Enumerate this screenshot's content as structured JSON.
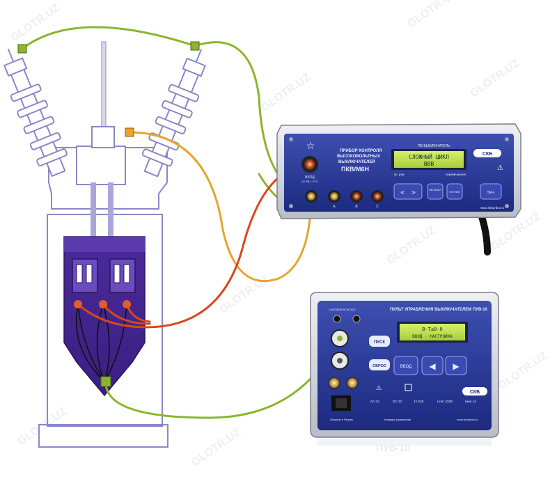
{
  "watermark": "GLOTR.UZ",
  "device1": {
    "top_label": "ПВ ВЫКЛЮЧАТЕЛЬ",
    "title_line1": "ПРИБОР КОНТРОЛЯ",
    "title_line2": "ВЫСОКОВОЛЬТНЫХ",
    "title_line3": "ВЫКЛЮЧАТЕЛЕЙ",
    "model": "ПКВ/М6Н",
    "lcd_line1": "СЛОЖНЫЙ ЦИКЛ",
    "lcd_line2": "ВВВ",
    "lcd_sub_left": "пк. рзм",
    "lcd_sub_right": "перемещение",
    "vhod_label": "ВХОД",
    "vhod_sub": "10 ПВ-1 ЛТС",
    "inputs": [
      "",
      "А",
      "В",
      "С"
    ],
    "logo": "СКБ",
    "website": "www.skbpribor.ru",
    "buttons": [
      "«",
      "»",
      "ПВ ВЫКЛ",
      "ЧТЕНИЕ",
      "ПЕЧ."
    ]
  },
  "device2": {
    "title": "ПУЛЬТ УПРАВЛЕНИЯ ВЫКЛЮЧАТЕЛЕМ ПУВ-10",
    "top_left": "СИЛОВОЙ КОНТАКТ",
    "lcd_line1": "В-Т≤0-0",
    "lcd_line2": "ВВОД · НАСТРОЙКА",
    "btn_left_top": "ПУСК",
    "btn_left_bottom": "СБРОС",
    "btn_vvod": "ВВОД",
    "logo": "СКБ",
    "bottom_labels": [
      "AC-10",
      "DC-10",
      "12-24В",
      "Uпит 220В",
      "Iмин 1А"
    ],
    "footer_left": "Питание и Режим",
    "footer_mid": "Клеммы управления",
    "website": "www.skbpribor.ru",
    "reflection": "ПУВ-10"
  }
}
